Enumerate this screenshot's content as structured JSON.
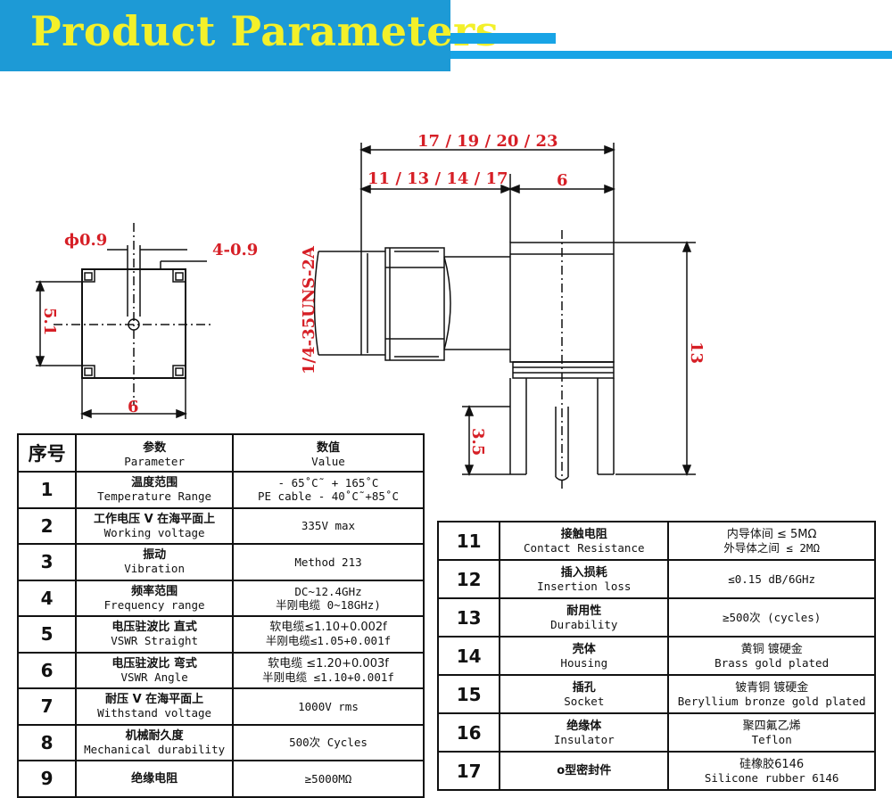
{
  "header": {
    "title": "Product Parameters"
  },
  "drawing": {
    "front_view": {
      "phi": "ϕ0.9",
      "pin": "4-0.9",
      "height": "5.1",
      "width": "6"
    },
    "side_view": {
      "length_total": "17 / 19 / 20 / 23",
      "length_body": "11 / 13 / 14 / 17",
      "length_head": "6",
      "thread": "1/4-35UNS-2A",
      "height": "13",
      "pin_length": "3.5"
    }
  },
  "table_left": {
    "headers": {
      "num": "序号",
      "param_zh": "参数",
      "param_en": "Parameter",
      "value_zh": "数值",
      "value_en": "Value"
    },
    "rows": [
      {
        "num": "1",
        "param_zh": "温度范围",
        "param_en": "Temperature Range",
        "value": [
          "- 65˚C˜ + 165˚C",
          "PE cable - 40˚C˜+85˚C"
        ]
      },
      {
        "num": "2",
        "param_zh": "工作电压 V 在海平面上",
        "param_en": "Working voltage",
        "value": [
          "335V max"
        ]
      },
      {
        "num": "3",
        "param_zh": "振动",
        "param_en": "Vibration",
        "value": [
          "Method 213"
        ]
      },
      {
        "num": "4",
        "param_zh": "频率范围",
        "param_en": "Frequency range",
        "value": [
          "DC~12.4GHz",
          "半刚电缆 0~18GHz)"
        ]
      },
      {
        "num": "5",
        "param_zh": "电压驻波比 直式",
        "param_en": "VSWR Straight",
        "value": [
          "软电缆≤1.10+0.002f",
          "半刚电缆≤1.05+0.001f"
        ]
      },
      {
        "num": "6",
        "param_zh": "电压驻波比 弯式",
        "param_en": "VSWR Angle",
        "value": [
          "软电缆 ≤1.20+0.003f",
          "半刚电缆 ≤1.10+0.001f"
        ]
      },
      {
        "num": "7",
        "param_zh": "耐压 V 在海平面上",
        "param_en": "Withstand voltage",
        "value": [
          "1000V rms"
        ]
      },
      {
        "num": "8",
        "param_zh": "机械耐久度",
        "param_en": "Mechanical durability",
        "value": [
          "500次 Cycles"
        ]
      },
      {
        "num": "9",
        "param_zh": "绝缘电阻",
        "param_en": "",
        "value": [
          "≥5000MΩ"
        ]
      }
    ]
  },
  "table_right": {
    "rows": [
      {
        "num": "11",
        "param_zh": "接触电阻",
        "param_en": "Contact Resistance",
        "value": [
          "内导体间 ≤ 5MΩ",
          "外导体之间 ≤ 2MΩ"
        ]
      },
      {
        "num": "12",
        "param_zh": "插入损耗",
        "param_en": "Insertion loss",
        "value": [
          "≤0.15 dB/6GHz"
        ]
      },
      {
        "num": "13",
        "param_zh": "耐用性",
        "param_en": "Durability",
        "value": [
          "≥500次 (cycles)"
        ]
      },
      {
        "num": "14",
        "param_zh": "壳体",
        "param_en": "Housing",
        "value": [
          "黄铜 镀硬金",
          "Brass gold plated"
        ]
      },
      {
        "num": "15",
        "param_zh": "插孔",
        "param_en": "Socket",
        "value": [
          "铍青铜 镀硬金",
          "Beryllium bronze gold plated"
        ]
      },
      {
        "num": "16",
        "param_zh": "绝缘体",
        "param_en": "Insulator",
        "value": [
          "聚四氟乙烯",
          "Teflon"
        ]
      },
      {
        "num": "17",
        "param_zh": "o型密封件",
        "param_en": "",
        "value": [
          "硅橡胶6146",
          "Silicone rubber 6146"
        ]
      }
    ]
  },
  "colors": {
    "banner": "#1d9ad6",
    "title": "#f3f02a",
    "dimension_red": "#d61f26",
    "accent_bar": "#18a4e6"
  }
}
